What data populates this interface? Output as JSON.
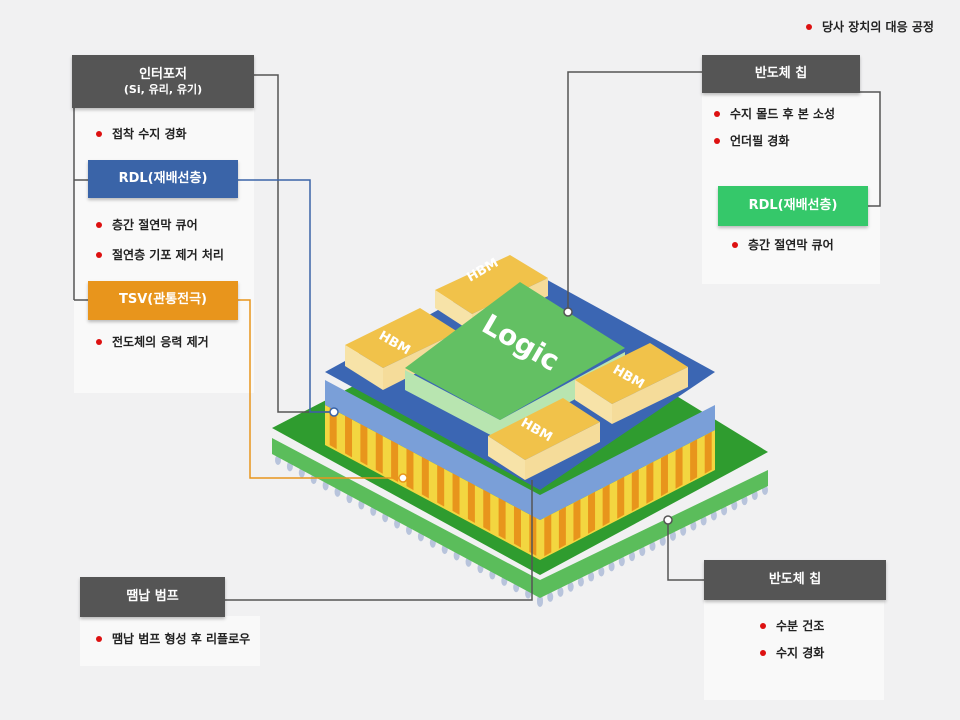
{
  "legend": {
    "text": "당사 장치의 대응 공정",
    "dot_color": "#dd1111"
  },
  "left": {
    "interposer": {
      "title": "인터포저",
      "subtitle": "(Si, 유리, 유기)",
      "bullets": [
        "접착 수지 경화"
      ]
    },
    "rdl": {
      "title": "RDL(재배선층)",
      "bullets": [
        "층간 절연막 큐어",
        "절연층 기포 제거 처리"
      ]
    },
    "tsv": {
      "title": "TSV(관통전극)",
      "bullets": [
        "전도체의 응력 제거"
      ]
    },
    "bump": {
      "title": "땜납 범프",
      "bullets": [
        "땜납 범프 형성 후 리플로우"
      ]
    }
  },
  "right": {
    "chip_top": {
      "title": "반도체 칩",
      "bullets": [
        "수지 몰드 후 본 소성",
        "언더필 경화"
      ]
    },
    "rdl": {
      "title": "RDL(재배선층)",
      "bullets": [
        "층간 절연막 큐어"
      ]
    },
    "chip_bottom": {
      "title": "반도체 칩",
      "bullets": [
        "수분 건조",
        "수지 경화"
      ]
    }
  },
  "package": {
    "logic_label": "Logic",
    "hbm_label": "HBM",
    "colors": {
      "substrate": "#3fa83f",
      "interposer": "#3b66b3",
      "tsv": "#f2d23a",
      "logic": "#63c063",
      "hbm": "#f1c24a"
    }
  }
}
